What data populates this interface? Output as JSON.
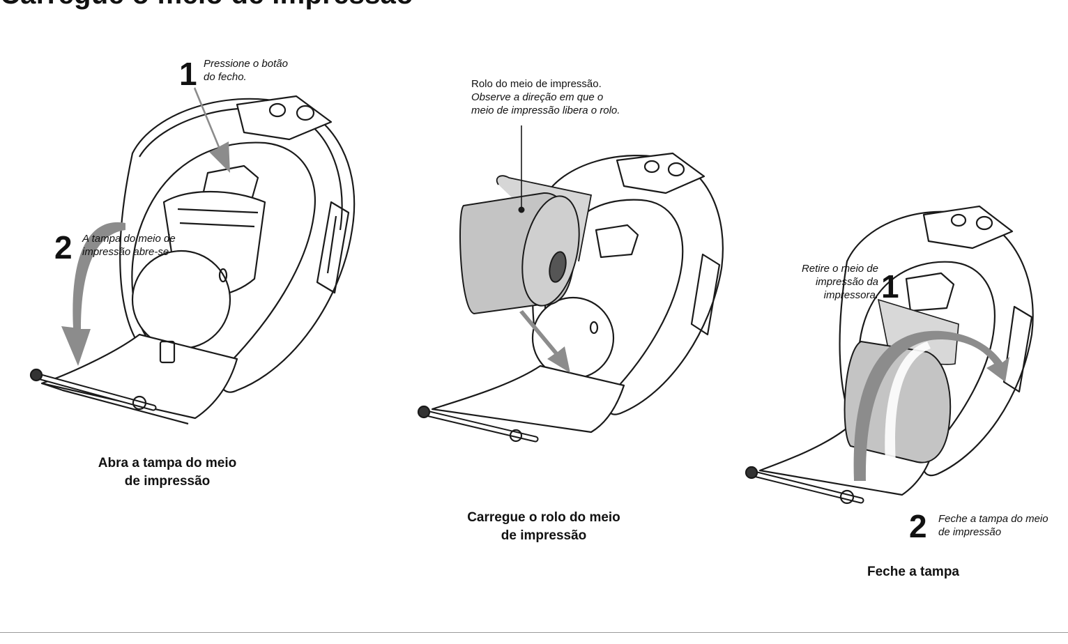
{
  "page": {
    "title": "Carregue o meio de impressão"
  },
  "panels": [
    {
      "step1": {
        "number": "1",
        "line1": "Pressione o botão",
        "line2": "do fecho."
      },
      "step2": {
        "number": "2",
        "line1": "A tampa do meio de",
        "line2": "impressão abre-se"
      },
      "caption": {
        "line1": "Abra a tampa do meio",
        "line2": "de impressão"
      }
    },
    {
      "callout": {
        "line1": "Rolo do meio de impressão.",
        "line2": "Observe a direção em que o",
        "line3": "meio de impressão libera o rolo."
      },
      "caption": {
        "line1": "Carregue o rolo do meio",
        "line2": "de impressão"
      }
    },
    {
      "step1": {
        "number": "1",
        "line1": "Retire o meio de",
        "line2": "impressão da",
        "line3": "impressora."
      },
      "step2": {
        "number": "2",
        "line1": "Feche a tampa do meio",
        "line2": "de impressão"
      },
      "caption": {
        "line1": "Feche a tampa"
      }
    }
  ],
  "colors": {
    "arrow": "#8c8c8c",
    "roll": "#c8c8c8",
    "line": "#1a1a1a"
  },
  "icons": [
    "arrow-down-icon",
    "curved-arrow-icon",
    "printer-illustration",
    "media-roll-illustration"
  ]
}
